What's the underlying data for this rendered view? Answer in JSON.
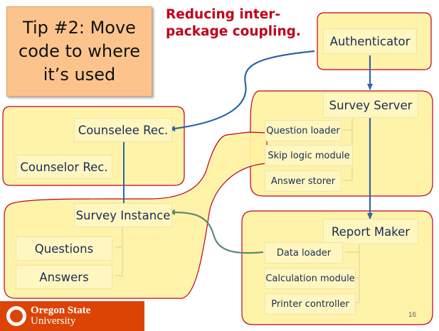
{
  "tip": {
    "line1": "Tip #2: Move",
    "line2": "code to where",
    "line3": "it’s used"
  },
  "headline": {
    "line1": "Reducing inter-",
    "line2": "package coupling."
  },
  "packages": {
    "authenticator": {
      "label": "Authenticator"
    },
    "survey_server": {
      "label": "Survey Server",
      "modules": [
        "Question loader",
        "Skip logic module",
        "Answer storer"
      ]
    },
    "counselee": {
      "label": "Counselee Rec.",
      "counselor": "Counselor Rec."
    },
    "survey_instance": {
      "label": "Survey Instance",
      "modules": [
        "Questions",
        "Answers"
      ]
    },
    "report_maker": {
      "label": "Report Maker",
      "modules": [
        "Data loader",
        "Calculation module",
        "Printer controller"
      ]
    }
  },
  "colors": {
    "group_fill": "#fff2a3",
    "group_outline": "#c0001a",
    "arrow_blue": "#2e64a8",
    "arrow_green": "#5b8a6d",
    "tip_fill": "#fcc48c",
    "footer_orange": "#dc4405"
  },
  "footer": {
    "brand_line1": "Oregon State",
    "brand_line2": "University",
    "page_number": "16"
  }
}
